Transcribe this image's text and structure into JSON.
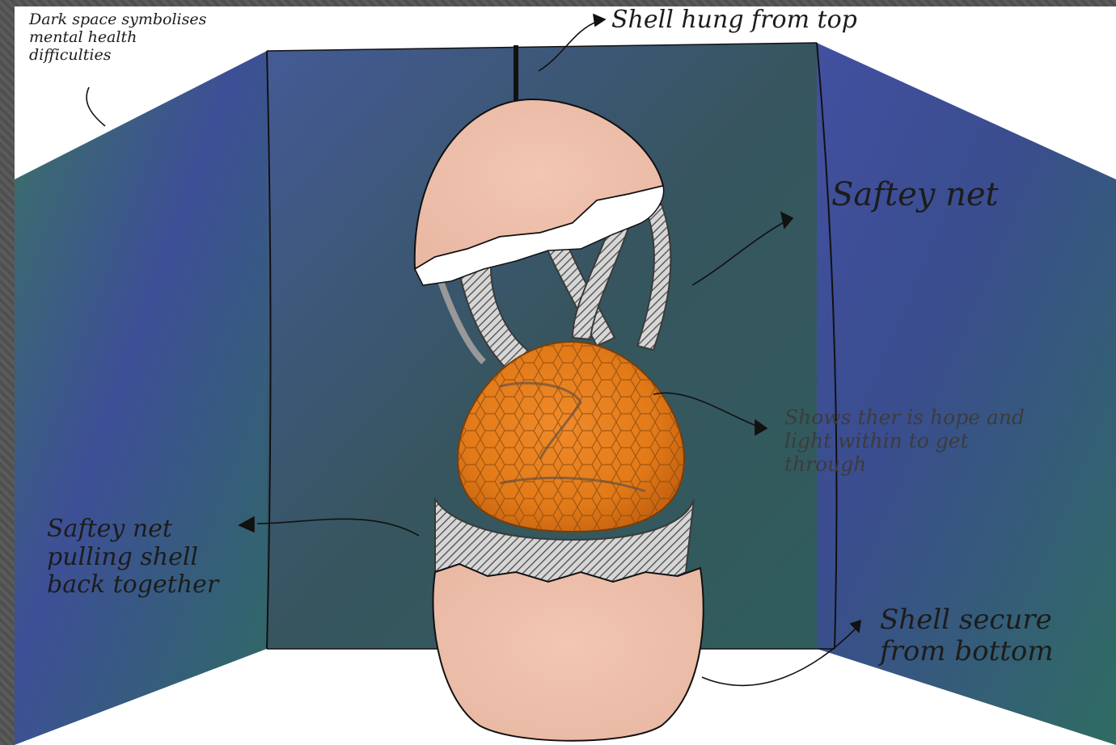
{
  "annotations": {
    "dark_space": "Dark space symbolises\nmental health\ndifficulties",
    "shell_hung": "Shell hung from top",
    "safety_net_top": "Saftey net",
    "hope_light": "Shows ther is hope and\nlight within to get\nthrough",
    "safety_net_pulling": "Saftey net\npulling shell\nback together",
    "shell_secure": "Shell secure\nfrom bottom"
  },
  "colors": {
    "frame": "#555555",
    "paper": "#ffffff",
    "wall_blue": "#3e4f94",
    "wall_green": "#356a66",
    "shell": "#efc2ae",
    "inner_egg": "#e8821f",
    "net": "#8a8a8a"
  }
}
